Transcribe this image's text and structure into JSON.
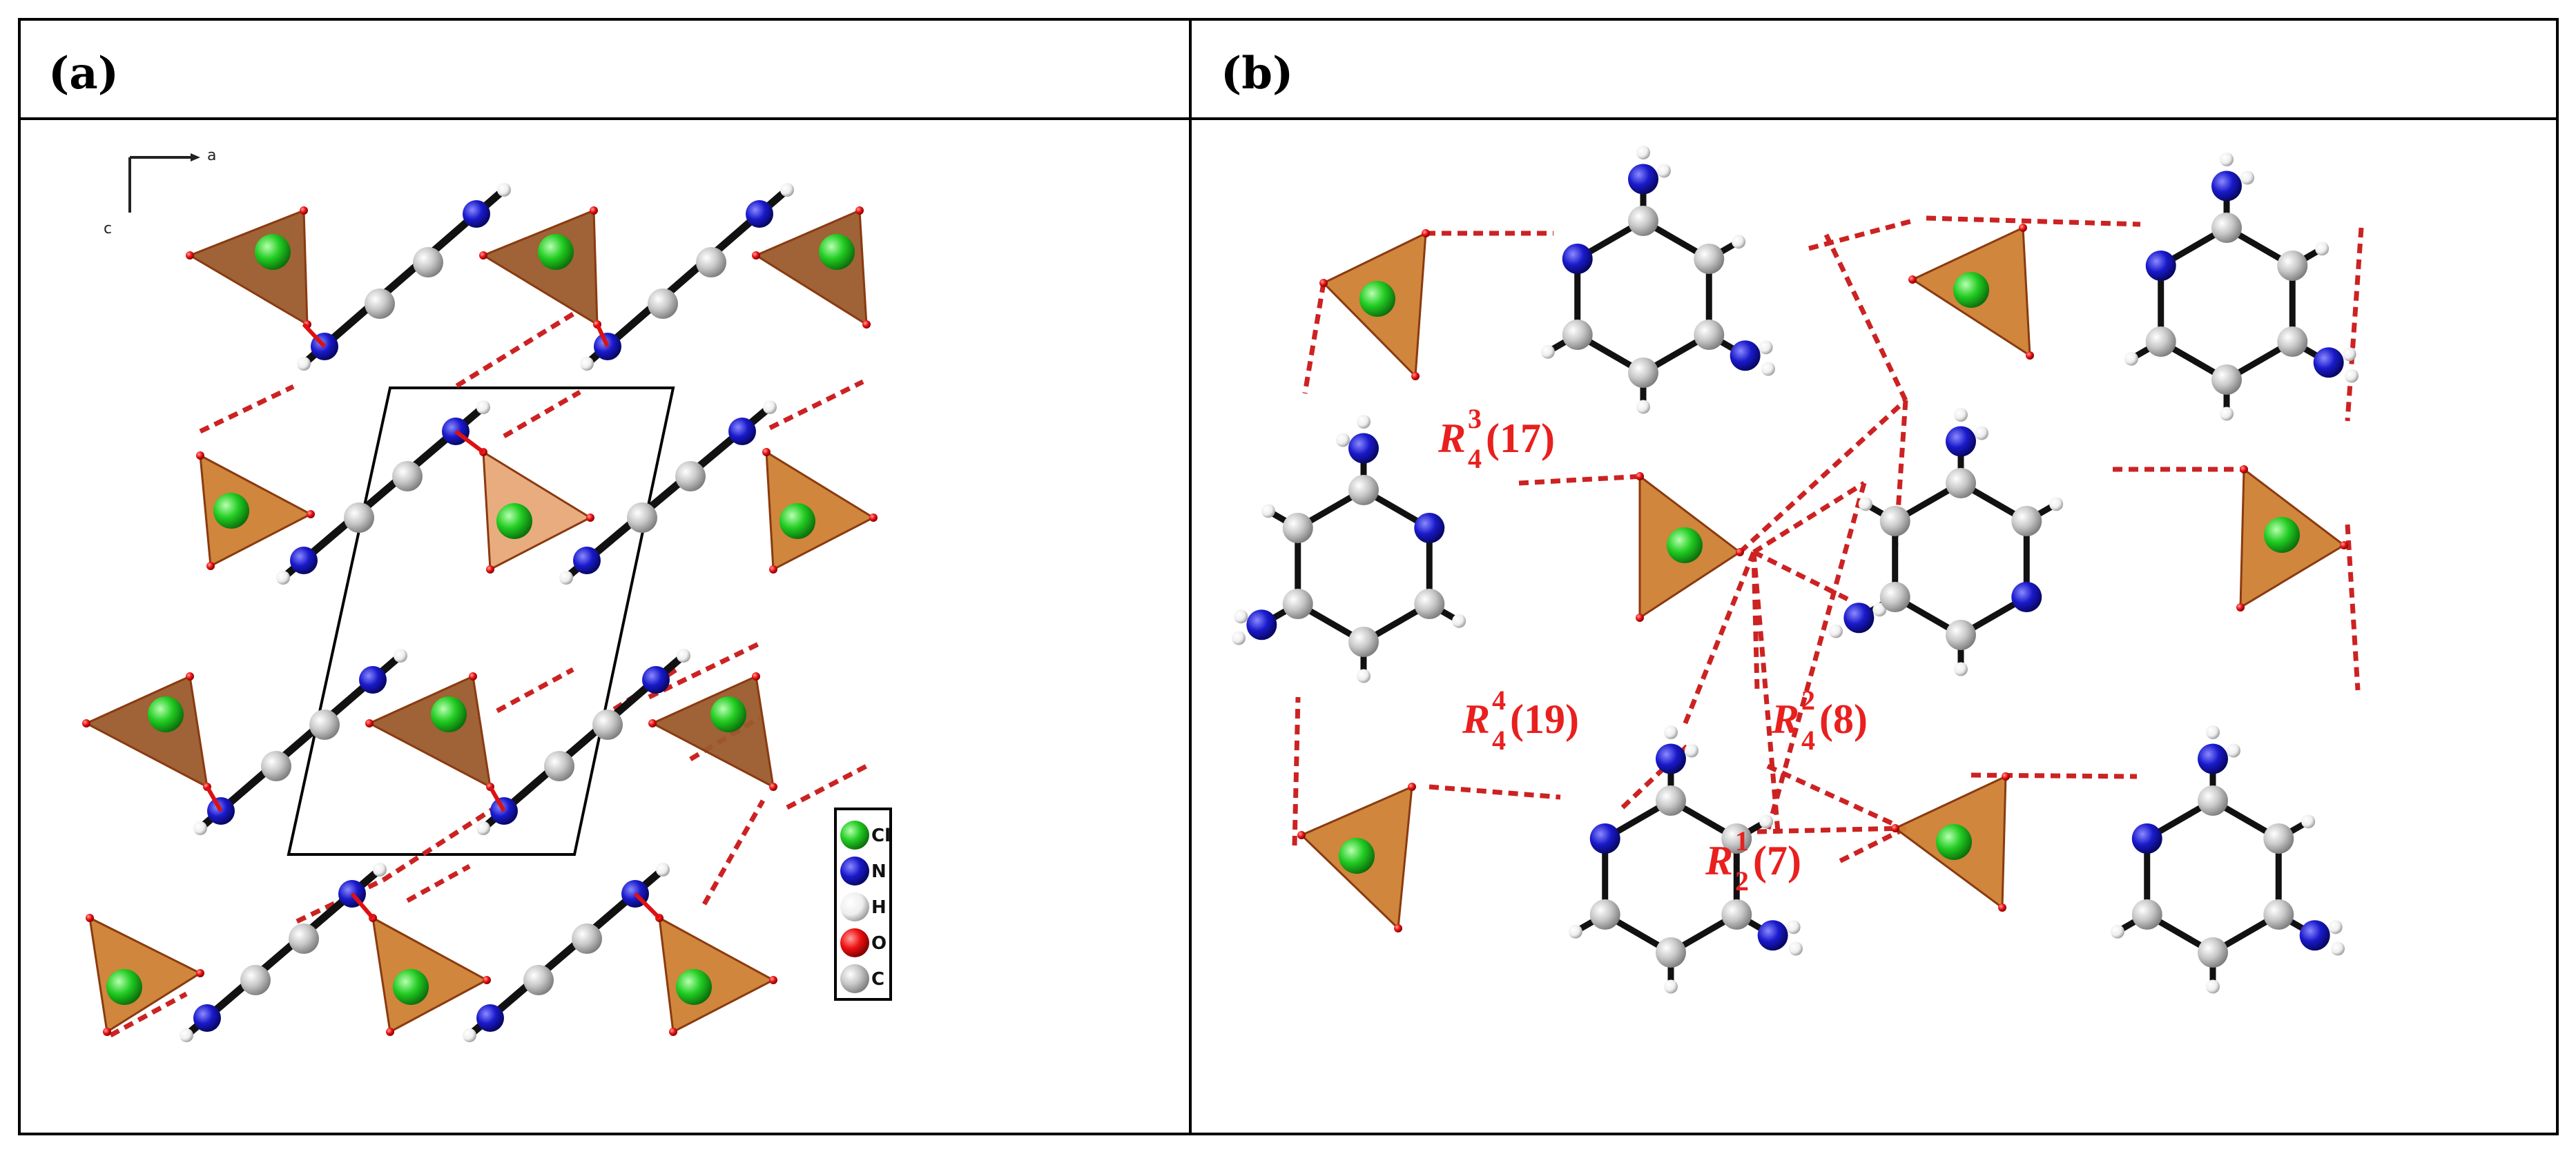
{
  "panels": {
    "a": {
      "label": "(a)"
    },
    "b": {
      "label": "(b)"
    }
  },
  "axes": {
    "a": "a",
    "c": "c"
  },
  "legend": {
    "items": [
      {
        "symbol": "Cl",
        "color": "#22cc22"
      },
      {
        "symbol": "N",
        "color": "#1a1acc"
      },
      {
        "symbol": "H",
        "color": "#eeeeee"
      },
      {
        "symbol": "O",
        "color": "#ee1111"
      },
      {
        "symbol": "C",
        "color": "#bbbbbb"
      }
    ]
  },
  "ring_motifs": [
    {
      "symbol": "R",
      "sup": "3",
      "sub": "4",
      "size": "(17)"
    },
    {
      "symbol": "R",
      "sup": "4",
      "sub": "4",
      "size": "(19)"
    },
    {
      "symbol": "R",
      "sup": "2",
      "sub": "4",
      "size": "(8)"
    },
    {
      "symbol": "R",
      "sup": "1",
      "sub": "2",
      "size": "(7)"
    }
  ],
  "colors": {
    "tetra_dark": "#9b5a2c",
    "tetra_mid": "#cd7f32",
    "tetra_light": "#e7a878",
    "hbond": "#cc2222",
    "label_red": "#e8201e"
  }
}
